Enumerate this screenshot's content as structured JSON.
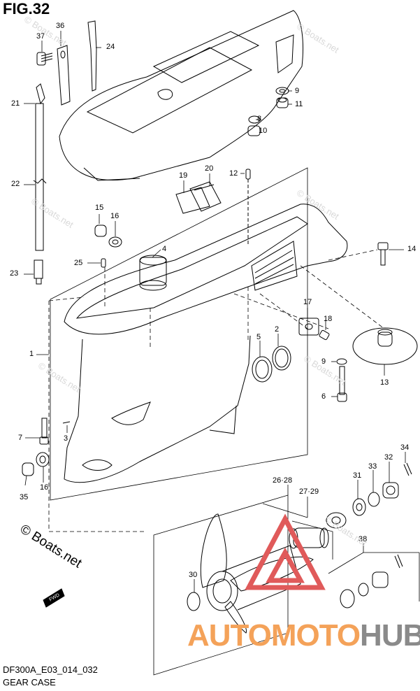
{
  "figure": {
    "title": "FIG.32"
  },
  "footer": {
    "code": "DF300A_E03_014_032",
    "caption": "GEAR CASE"
  },
  "copyright": "© Boats.net",
  "watermark": "© Boats.net",
  "logo": {
    "part1": "AUTOMOTO",
    "part2": "HUB",
    "color1": "#f4a259",
    "color2": "#8a8a8a",
    "mark_color": "#e05a5a"
  },
  "fwd_label": "FWD",
  "labels": {
    "l37": "37",
    "l36": "36",
    "l24": "24",
    "l21": "21",
    "l22": "22",
    "l23": "23",
    "l9a": "9",
    "l11": "11",
    "l8": "8",
    "l10": "10",
    "l12": "12",
    "l19": "19",
    "l20": "20",
    "l15": "15",
    "l16a": "16",
    "l4": "4",
    "l25": "25",
    "l14": "14",
    "l17": "17",
    "l18": "18",
    "l1": "1",
    "l5": "5",
    "l2": "2",
    "l9b": "9",
    "l6": "6",
    "l13": "13",
    "l7": "7",
    "l3": "3",
    "l34": "34",
    "l32": "32",
    "l33": "33",
    "l31": "31",
    "l2628": "26·28",
    "l2729": "27·29",
    "l35": "35",
    "l16b": "16",
    "l38": "38",
    "l30": "30"
  }
}
